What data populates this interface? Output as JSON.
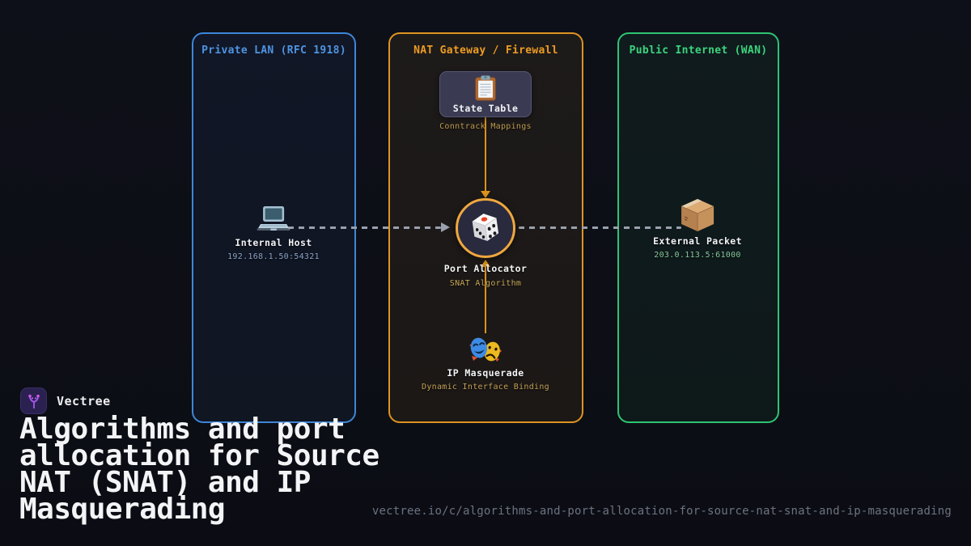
{
  "brand": {
    "name": "Vectree"
  },
  "title": "Algorithms and port\nallocation for Source\nNAT (SNAT) and IP\nMasquerading",
  "footer": {
    "url": "vectree.io/c/algorithms-and-port-allocation-for-source-nat-snat-and-ip-masquerading"
  },
  "diagram": {
    "panels": [
      {
        "id": "private-lan",
        "label": "Private LAN (RFC 1918)",
        "accent": "#4e94e2"
      },
      {
        "id": "nat-gateway",
        "label": "NAT Gateway / Firewall",
        "accent": "#ec9c22"
      },
      {
        "id": "public-wan",
        "label": "Public Internet (WAN)",
        "accent": "#3bd47c"
      }
    ],
    "nodes": {
      "internal_host": {
        "label": "Internal Host",
        "address": "192.168.1.50:54321",
        "icon": "laptop-icon"
      },
      "state_table": {
        "label": "State Table",
        "sublabel": "Conntrack Mappings",
        "icon": "clipboard-icon"
      },
      "port_allocator": {
        "label": "Port Allocator",
        "sublabel": "SNAT Algorithm",
        "icon": "dice-icon"
      },
      "ip_masquerade": {
        "label": "IP Masquerade",
        "sublabel": "Dynamic Interface Binding",
        "icon": "masks-icon"
      },
      "external_packet": {
        "label": "External Packet",
        "address": "203.0.113.5:61000",
        "icon": "package-icon"
      }
    },
    "colors": {
      "lan_accent": "#3e86d8",
      "nat_accent": "#dd9420",
      "wan_accent": "#2dc472",
      "line_gray": "#9aa0ac",
      "node_label": "#f2f3f5",
      "sub_gold": "#c3a056",
      "sub_blue": "#8ba3c6",
      "sub_green": "#85c99b"
    }
  }
}
